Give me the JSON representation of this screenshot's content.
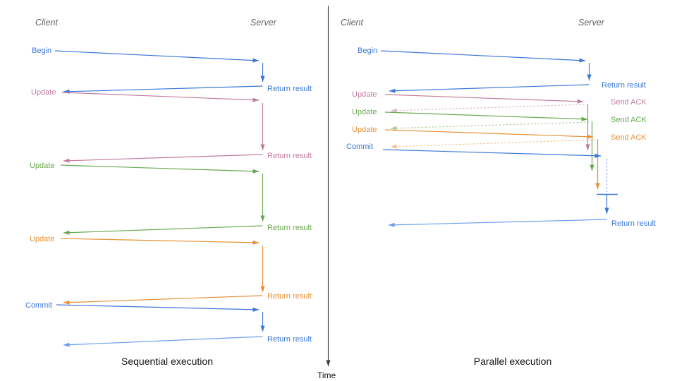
{
  "colors": {
    "blue": "#3c78d8",
    "light_blue": "#6d9eeb",
    "pink": "#c27ba0",
    "green": "#6aa84f",
    "orange": "#e69138",
    "role_gray": "#5f6368",
    "axis_dark": "#3d3d3d",
    "caption_black": "#111111"
  },
  "time_axis": {
    "label": "Time"
  },
  "left": {
    "client_label": "Client",
    "server_label": "Server",
    "caption": "Sequential execution",
    "messages": [
      {
        "label": "Begin",
        "response": "Return result"
      },
      {
        "label": "Update",
        "response": "Return result"
      },
      {
        "label": "Update",
        "response": "Return result"
      },
      {
        "label": "Update",
        "response": "Return result"
      },
      {
        "label": "Commit",
        "response": "Return result"
      }
    ]
  },
  "right": {
    "client_label": "Client",
    "server_label": "Server",
    "caption": "Parallel execution",
    "messages": [
      {
        "label": "Begin",
        "response": "Return result"
      },
      {
        "label": "Update",
        "response": "Send ACK"
      },
      {
        "label": "Update",
        "response": "Send ACK"
      },
      {
        "label": "Update",
        "response": "Send ACK"
      },
      {
        "label": "Commit",
        "response": "Return result"
      }
    ]
  }
}
